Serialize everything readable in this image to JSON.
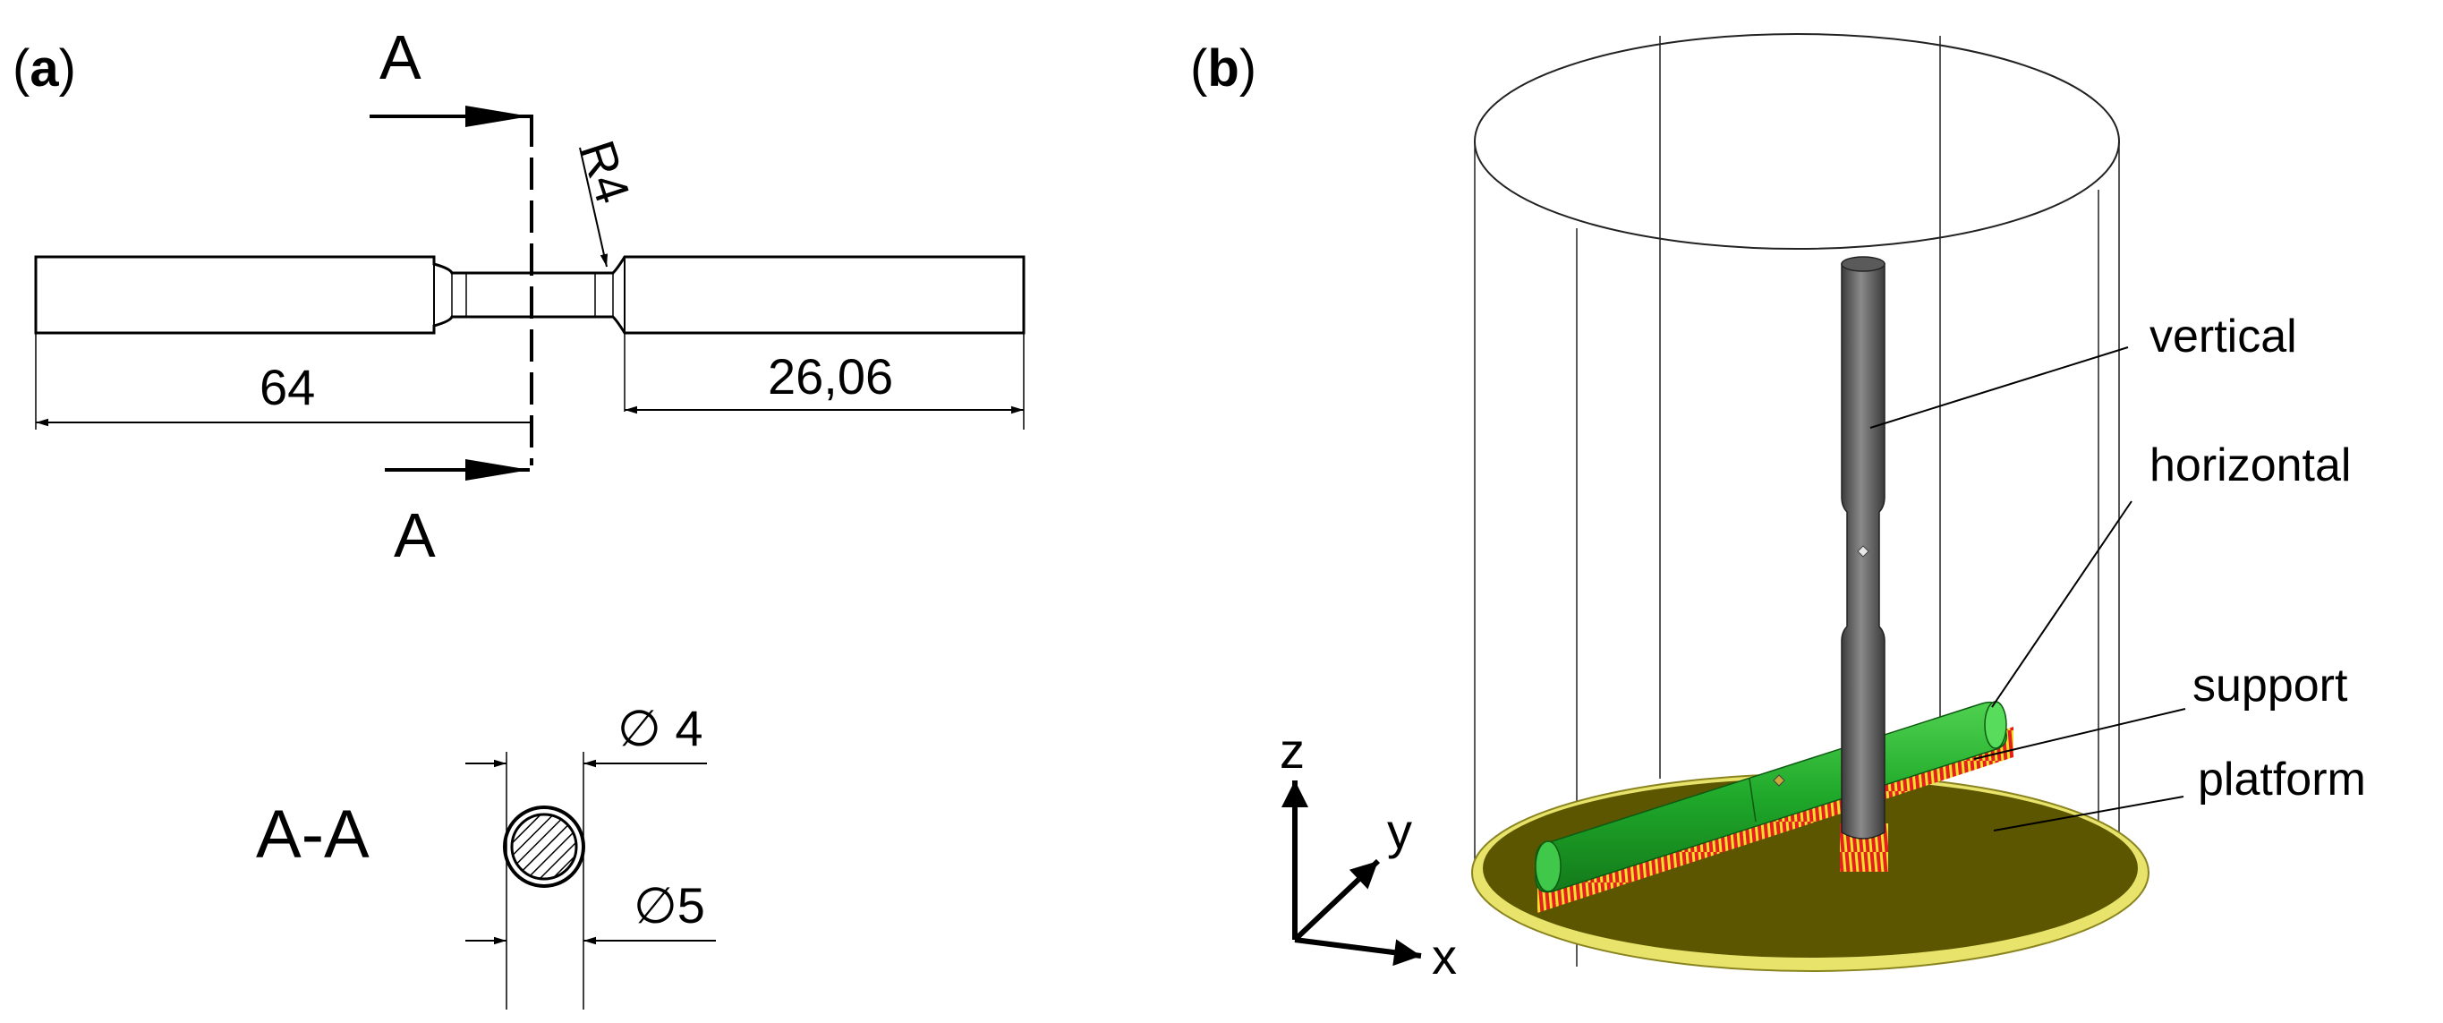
{
  "panel_a": {
    "label_open": "(",
    "label_letter": "a",
    "label_close": ")",
    "section_mark_top": "A",
    "section_mark_bottom": "A",
    "radius_label": "R4",
    "dim_total_length": "64",
    "dim_end_length": "26,06",
    "section_title": "A-A",
    "dim_inner_diameter": "∅ 4",
    "dim_outer_diameter": "∅5"
  },
  "panel_b": {
    "label_open": "(",
    "label_letter": "b",
    "label_close": ")",
    "callouts": {
      "vertical": "vertical",
      "horizontal": "horizontal",
      "support": "support",
      "platform": "platform"
    },
    "axes": {
      "z": "z",
      "y": "y",
      "x": "x"
    },
    "colors": {
      "specimen_vertical": "#5a5a5a",
      "specimen_horizontal": "#22a82a",
      "support": "#e41f1f",
      "support_accent": "#f2e02a",
      "platform": "#5c5600",
      "platform_rim": "#e8e36a"
    }
  }
}
